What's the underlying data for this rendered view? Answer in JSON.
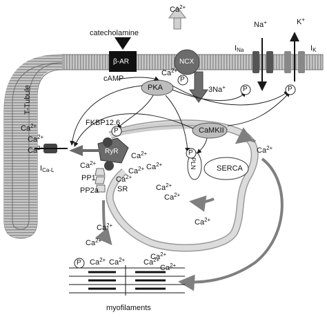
{
  "diagram": {
    "ca": "Ca",
    "ca_charge": "2+",
    "na": "Na",
    "na_charge": "+",
    "k": "K",
    "k_charge": "+",
    "catecholamine": "catecholamine",
    "beta_ar": "β-AR",
    "camp": "cAMP",
    "ncx": "NCX",
    "three_na": "3Na",
    "i_na_main": "I",
    "i_na_sub": "Na",
    "i_k_main": "I",
    "i_k_sub": "K",
    "t_tubule": "T-Tubule",
    "pka": "PKA",
    "camkii": "CaMKII",
    "fkbp": "FKBP12.6",
    "ryr": "RyR",
    "pln": "PLN",
    "serca": "SERCA",
    "sr": "SR",
    "pp1": "PP1",
    "pp2a": "PP2a",
    "i_cal_main": "I",
    "i_cal_sub": "Ca-L",
    "p": "P",
    "myofilaments": "myofilaments"
  },
  "colors": {
    "membrane": "#bdbdbd",
    "membrane_stripe": "#8a8a8a",
    "sr_fill": "#d9d9d9",
    "arrow_gray": "#7f7f7f",
    "dark": "#1a1a1a",
    "channel": "#555555",
    "ryr": "#6a6a6a"
  }
}
